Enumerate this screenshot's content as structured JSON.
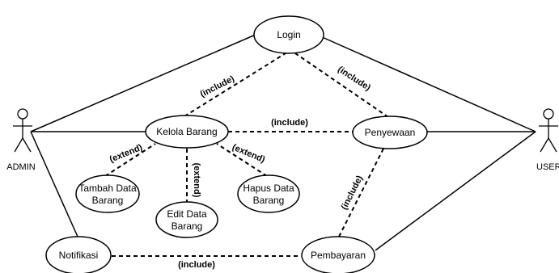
{
  "actors": {
    "admin": "ADMIN",
    "user": "USER"
  },
  "use_cases": {
    "login": "Login",
    "kelola_barang": "Kelola Barang",
    "penyewaan": "Penyewaan",
    "tambah_line1": "Tambah Data",
    "tambah_line2": "Barang",
    "edit_line1": "Edit Data",
    "edit_line2": "Barang",
    "hapus_line1": "Hapus Data",
    "hapus_line2": "Barang",
    "notifikasi": "Notifikasi",
    "pembayaran": "Pembayaran"
  },
  "relations": {
    "kelola_login": "(include)",
    "penyewaan_login": "(include)",
    "kelola_penyewaan": "(include)",
    "tambah": "(extend)",
    "edit": "(extend)",
    "hapus": "(extend)",
    "pembayaran_penyewaan": "(include)",
    "notifikasi_pembayaran": "(include)"
  }
}
